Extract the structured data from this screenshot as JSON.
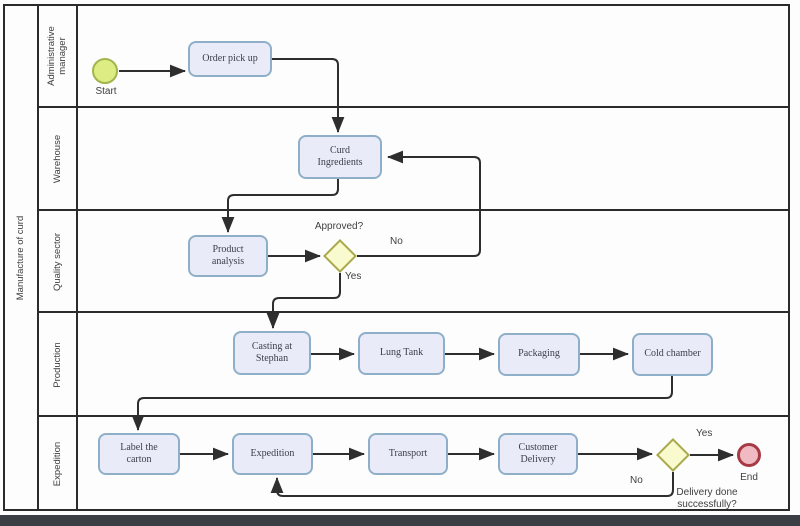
{
  "pool": {
    "title": "Manufacture of curd"
  },
  "lanes": [
    {
      "label": "Administrative manager"
    },
    {
      "label": "Warehouse"
    },
    {
      "label": "Quality sector"
    },
    {
      "label": "Production"
    },
    {
      "label": "Expedition"
    }
  ],
  "nodes": {
    "start": {
      "label": "Start",
      "type": "start-event"
    },
    "order_pickup": {
      "label": "Order pick up",
      "type": "task"
    },
    "curd_ingredients": {
      "label": "Curd Ingredients",
      "type": "task"
    },
    "product_analysis": {
      "label": "Product analysis",
      "type": "task"
    },
    "gateway_approved": {
      "label": "Approved?",
      "type": "gateway"
    },
    "casting": {
      "label": "Casting at Stephan",
      "type": "task"
    },
    "lung_tank": {
      "label": "Lung Tank",
      "type": "task"
    },
    "packaging": {
      "label": "Packaging",
      "type": "task"
    },
    "cold_chamber": {
      "label": "Cold chamber",
      "type": "task"
    },
    "label_carton": {
      "label": "Label the carton",
      "type": "task"
    },
    "expedition": {
      "label": "Expedition",
      "type": "task"
    },
    "transport": {
      "label": "Transport",
      "type": "task"
    },
    "customer_delivery": {
      "label": "Customer Delivery",
      "type": "task"
    },
    "gateway_delivery": {
      "label": "Delivery done successfully?",
      "type": "gateway"
    },
    "end": {
      "label": "End",
      "type": "end-event"
    }
  },
  "edges": {
    "approved_no": "No",
    "approved_yes": "Yes",
    "delivery_yes": "Yes",
    "delivery_no": "No"
  },
  "colors": {
    "task_fill": "#e9ecf8",
    "task_border": "#8fafc9",
    "start_fill": "#dded83",
    "start_border": "#a2b44c",
    "gateway_fill": "#f9facd",
    "gateway_border": "#a9a94e",
    "end_fill": "#f1bac2",
    "end_border": "#a63a45",
    "line": "#2e2e2e",
    "pool_border": "#2b2b2b",
    "bottom_bar": "#3b3e45"
  }
}
